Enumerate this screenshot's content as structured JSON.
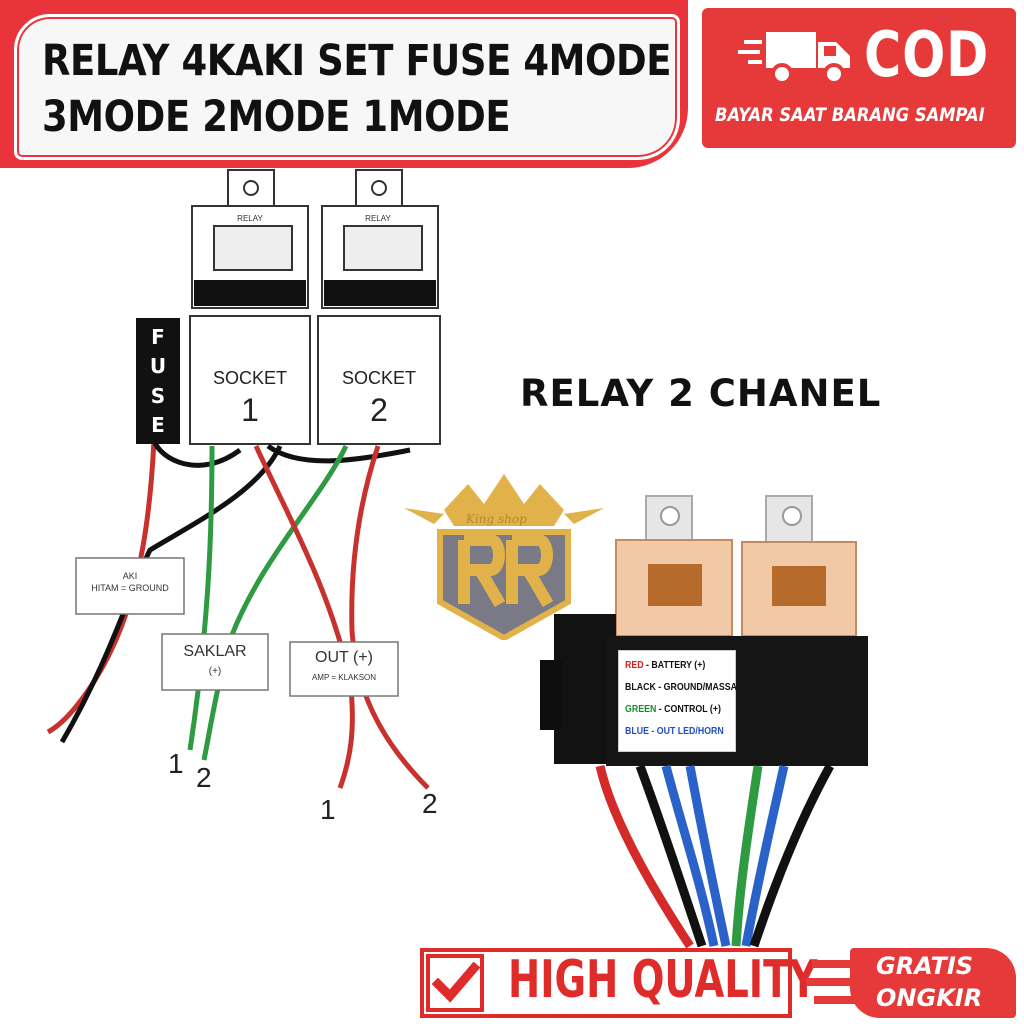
{
  "banner": {
    "line1": "RELAY 4KAKI SET FUSE 4MODE",
    "line2": "3MODE 2MODE 1MODE"
  },
  "cod": {
    "title": "COD",
    "subtitle": "BAYAR SAAT BARANG SAMPAI",
    "icon": "delivery-truck-icon"
  },
  "diagram": {
    "fuse_letters": [
      "F",
      "U",
      "S",
      "E"
    ],
    "relay_cap_label": "RELAY",
    "socket1_label": "SOCKET",
    "socket1_num": "1",
    "socket2_label": "SOCKET",
    "socket2_num": "2",
    "aki_line1": "AKI",
    "aki_line2": "HITAM = GROUND",
    "saklar_line1": "SAKLAR",
    "saklar_line2": "(+)",
    "out_line1": "OUT (+)",
    "out_line2": "AMP = KLAKSON",
    "wire_green_1": "1",
    "wire_green_2": "2",
    "wire_red_1": "1",
    "wire_red_2": "2"
  },
  "relay_heading": "RELAY 2 CHANEL",
  "watermark": "King shop",
  "legend": {
    "rows": [
      {
        "color_word": "RED",
        "rest": " - BATTERY (+)",
        "color": "#d42020"
      },
      {
        "color_word": "BLACK",
        "rest": " - GROUND/MASSA",
        "color": "#111111"
      },
      {
        "color_word": "GREEN",
        "rest": " - CONTROL (+)",
        "color": "#1c8a2c"
      },
      {
        "color_word": "BLUE",
        "rest": " - OUT LED/HORN",
        "color": "#1f4fbf"
      }
    ]
  },
  "badges": {
    "quality": "HIGH QUALITY",
    "ongkir_line1": "GRATIS",
    "ongkir_line2": "ONGKIR"
  },
  "colors": {
    "accent_red": "#e63a3a",
    "wire_red": "#c8322e",
    "wire_green": "#2e9a42",
    "wire_black": "#111111",
    "wire_blue": "#2a62c9"
  }
}
